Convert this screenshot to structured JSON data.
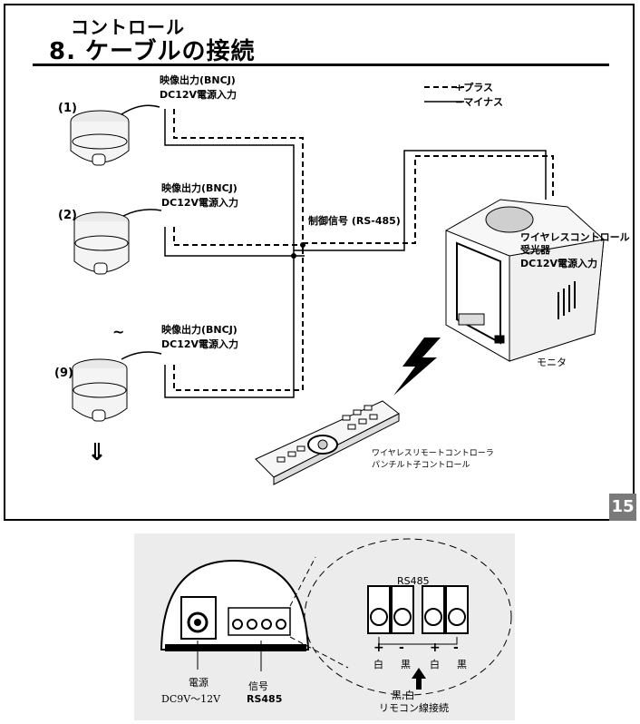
{
  "header": {
    "subtitle": "コントロール",
    "title": "8. ケーブルの接続"
  },
  "legend": {
    "plus": "+プラス",
    "minus": "−マイナス"
  },
  "cameras": [
    {
      "number": "1",
      "video_label": "映像出力(BNCJ)",
      "power_label": "DC12V電源入力"
    },
    {
      "number": "2",
      "video_label": "映像出力(BNCJ)",
      "power_label": "DC12V電源入力"
    },
    {
      "number": "9",
      "video_label": "映像出力(BNCJ)",
      "power_label": "DC12V電源入力"
    }
  ],
  "ellipsis_mark": "~",
  "down_arrow": "⇓",
  "control_signal": "制御信号 (RS-485)",
  "monitor": {
    "receiver_label": "ワイヤレスコントロール",
    "receiver_label2": "受光器",
    "power_label": "DC12V電源入力",
    "name": "モニタ"
  },
  "remote": {
    "line1": "ワイヤレスリモートコントローラ",
    "line2": "パンチルト子コントロール"
  },
  "page_number": "15",
  "connector": {
    "rs485_label": "RS485",
    "pins": [
      {
        "sign": "+",
        "color": "白"
      },
      {
        "sign": "-",
        "color": "黒"
      },
      {
        "sign": "+",
        "color": "白"
      },
      {
        "sign": "-",
        "color": "黒"
      }
    ],
    "power_title": "電源",
    "power_value": "DC9V〜12V",
    "signal_title": "信号",
    "signal_value": "RS485",
    "remote_note1": "黒,白",
    "remote_note2": "リモコン線接続"
  }
}
